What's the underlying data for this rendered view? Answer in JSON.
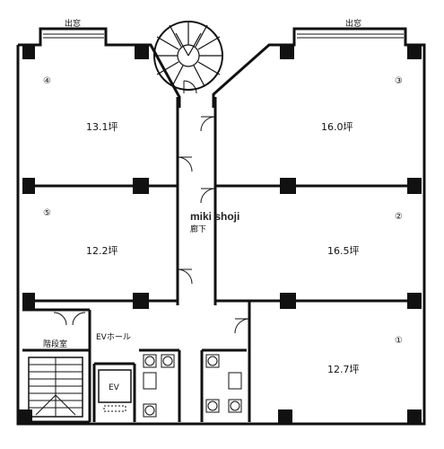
{
  "bay_window_left": "出窓",
  "bay_window_right": "出窓",
  "watermark": "miki shoji",
  "corridor_label": "廊下",
  "ev_hall_label": "EVホール",
  "stair_room_label": "階段室",
  "ev_label": "EV",
  "units": [
    {
      "id": "unit-4",
      "number": "④",
      "area": "13.1坪"
    },
    {
      "id": "unit-3",
      "number": "③",
      "area": "16.0坪"
    },
    {
      "id": "unit-5",
      "number": "⑤",
      "area": "12.2坪"
    },
    {
      "id": "unit-2",
      "number": "②",
      "area": "16.5坪"
    },
    {
      "id": "unit-1",
      "number": "①",
      "area": "12.7坪"
    }
  ]
}
